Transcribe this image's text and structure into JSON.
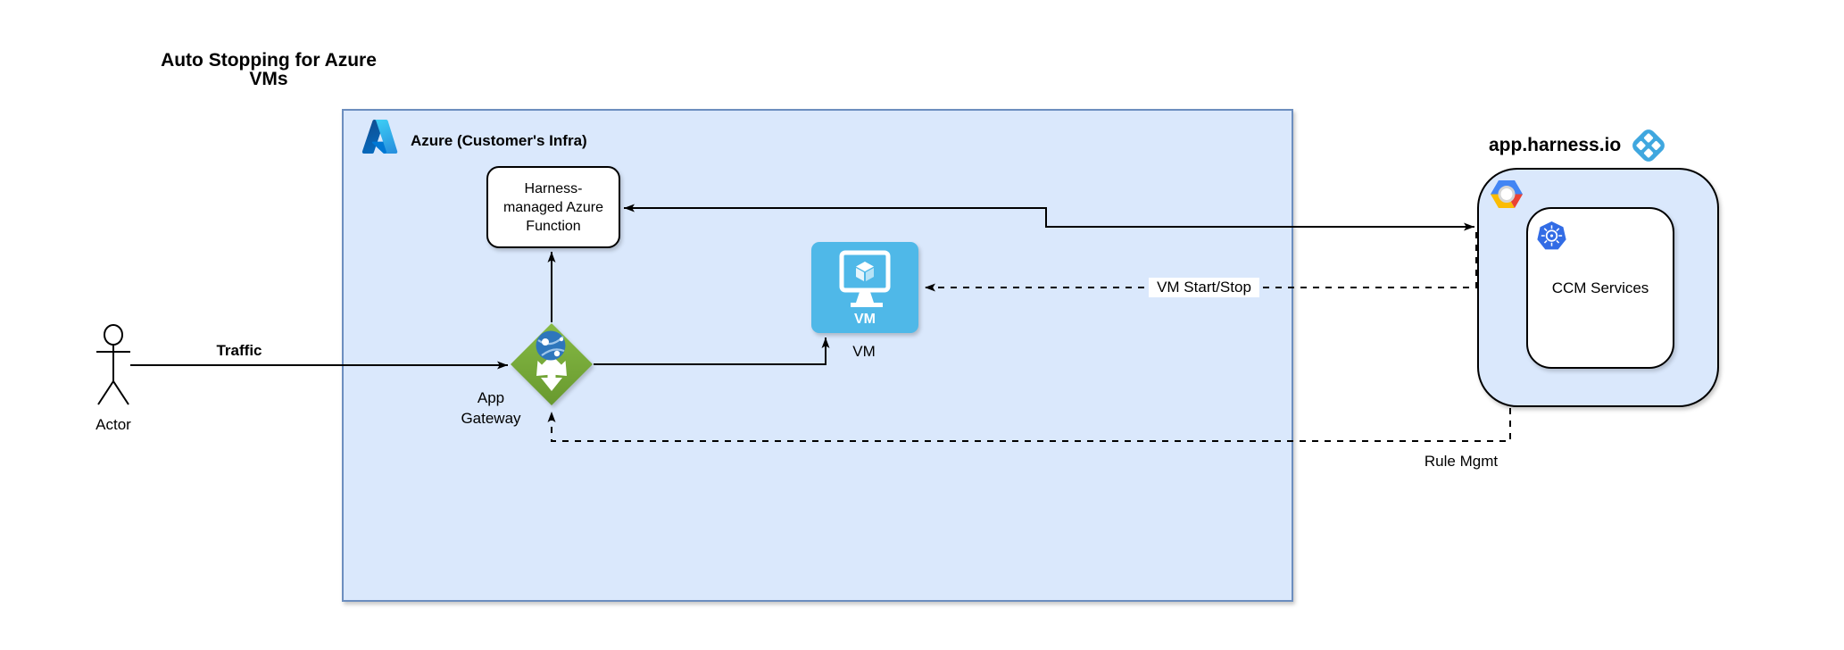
{
  "diagram": {
    "title": "Auto Stopping for Azure\nVMs",
    "groups": {
      "azure": {
        "label": "Azure (Customer's Infra)",
        "icon": "azure-logo-icon"
      },
      "harness": {
        "label": "app.harness.io",
        "icon": "harness-logo-icon"
      }
    },
    "nodes": {
      "actor": {
        "label": "Actor",
        "icon": "actor-figure-icon"
      },
      "azure_function": {
        "label": "Harness-\nmanaged Azure\nFunction"
      },
      "vm": {
        "badge_text": "VM",
        "label": "VM",
        "icon": "vm-monitor-icon"
      },
      "app_gateway": {
        "label": "App\nGateway",
        "icon": "app-gateway-icon"
      },
      "ccm_services": {
        "label": "CCM Services",
        "icon": "kubernetes-icon"
      },
      "gcp": {
        "icon": "gcp-logo-icon"
      }
    },
    "edges": {
      "traffic": {
        "label": "Traffic",
        "from": "actor",
        "to": "app_gateway",
        "style": "solid"
      },
      "gateway_to_function": {
        "label": "",
        "from": "app_gateway",
        "to": "azure_function",
        "style": "solid"
      },
      "gateway_to_vm": {
        "label": "",
        "from": "app_gateway",
        "to": "vm",
        "style": "solid"
      },
      "function_harness_link": {
        "label": "",
        "from": "azure_function",
        "to": "harness",
        "style": "solid",
        "bidirectional": true
      },
      "vm_start_stop": {
        "label": "VM Start/Stop",
        "from": "ccm_services",
        "to": "vm",
        "style": "dashed"
      },
      "rule_mgmt": {
        "label": "Rule Mgmt",
        "from": "ccm_services",
        "to": "app_gateway",
        "style": "dashed"
      }
    },
    "colors": {
      "group_fill": "#dae8fc",
      "azure_border": "#6c8ebf",
      "node_border": "#000000",
      "line": "#000000",
      "vm_blue": "#4FB8E8",
      "gateway_green_light": "#86BA45",
      "gateway_green_dark": "#68992E",
      "gateway_globe_blue": "#2E76BC",
      "harness_blue": "#3FA7DF",
      "kubernetes_blue": "#326CE5",
      "gcp_blue": "#4285F4",
      "gcp_red": "#EA4335",
      "gcp_yellow": "#FBBC05"
    }
  }
}
